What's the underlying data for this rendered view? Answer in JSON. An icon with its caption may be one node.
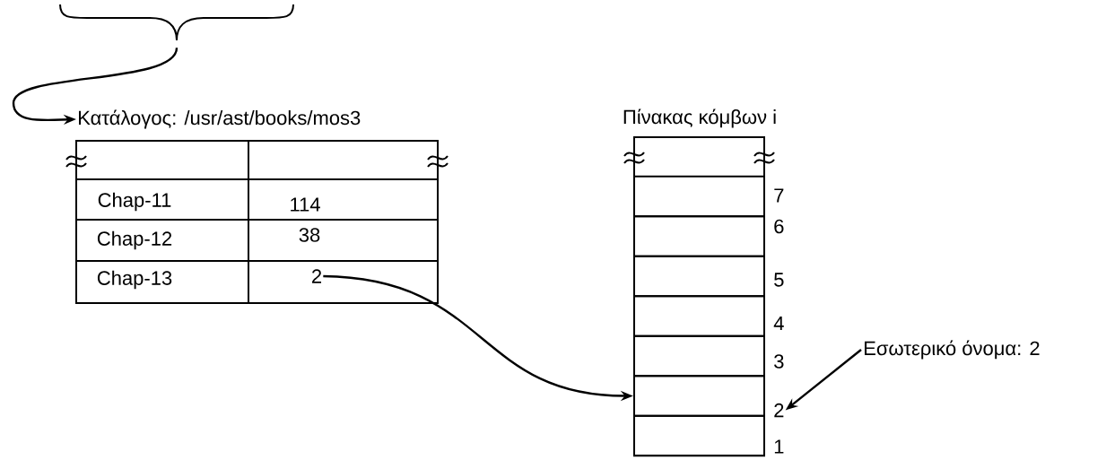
{
  "diagram": {
    "nodes": [
      {
        "text": [],
        "shape": "brace"
      },
      {
        "text": [
          "Κατάλογος: /usr/ast/books/mos3"
        ]
      },
      {
        "text": [
          "Chap-11"
        ],
        "in": 1
      },
      {
        "text": [
          "114"
        ],
        "in": 1
      },
      {
        "text": [
          "Chap-12"
        ],
        "in": 1
      },
      {
        "text": [
          "38"
        ],
        "in": 1
      },
      {
        "text": [
          "Chap-13"
        ],
        "in": 1
      },
      {
        "text": [
          "2"
        ],
        "in": 1
      },
      {
        "text": [
          "Πίνακας κόμβων i"
        ]
      },
      {
        "text": [],
        "shape": "box",
        "in": 8,
        "beside": [
          "7"
        ]
      },
      {
        "text": [],
        "shape": "box",
        "in": 8,
        "beside": [
          "6"
        ]
      },
      {
        "text": [],
        "shape": "box",
        "in": 8,
        "beside": [
          "5"
        ]
      },
      {
        "text": [],
        "shape": "box",
        "in": 8,
        "beside": [
          "4"
        ]
      },
      {
        "text": [],
        "shape": "box",
        "in": 8,
        "beside": [
          "3"
        ]
      },
      {
        "text": [],
        "shape": "box",
        "in": 8,
        "beside": [
          "2"
        ]
      },
      {
        "text": [],
        "shape": "box",
        "in": 8,
        "beside": [
          "1"
        ]
      },
      {
        "text": [
          "Εσωτερικό όνομα: 2"
        ]
      }
    ],
    "edges": [
      {
        "from": 0,
        "to": 1,
        "arrow": "to"
      },
      {
        "from": 7,
        "to": 14,
        "arrow": "to"
      },
      {
        "from": 16,
        "to": 14,
        "arrow": "to"
      }
    ]
  }
}
